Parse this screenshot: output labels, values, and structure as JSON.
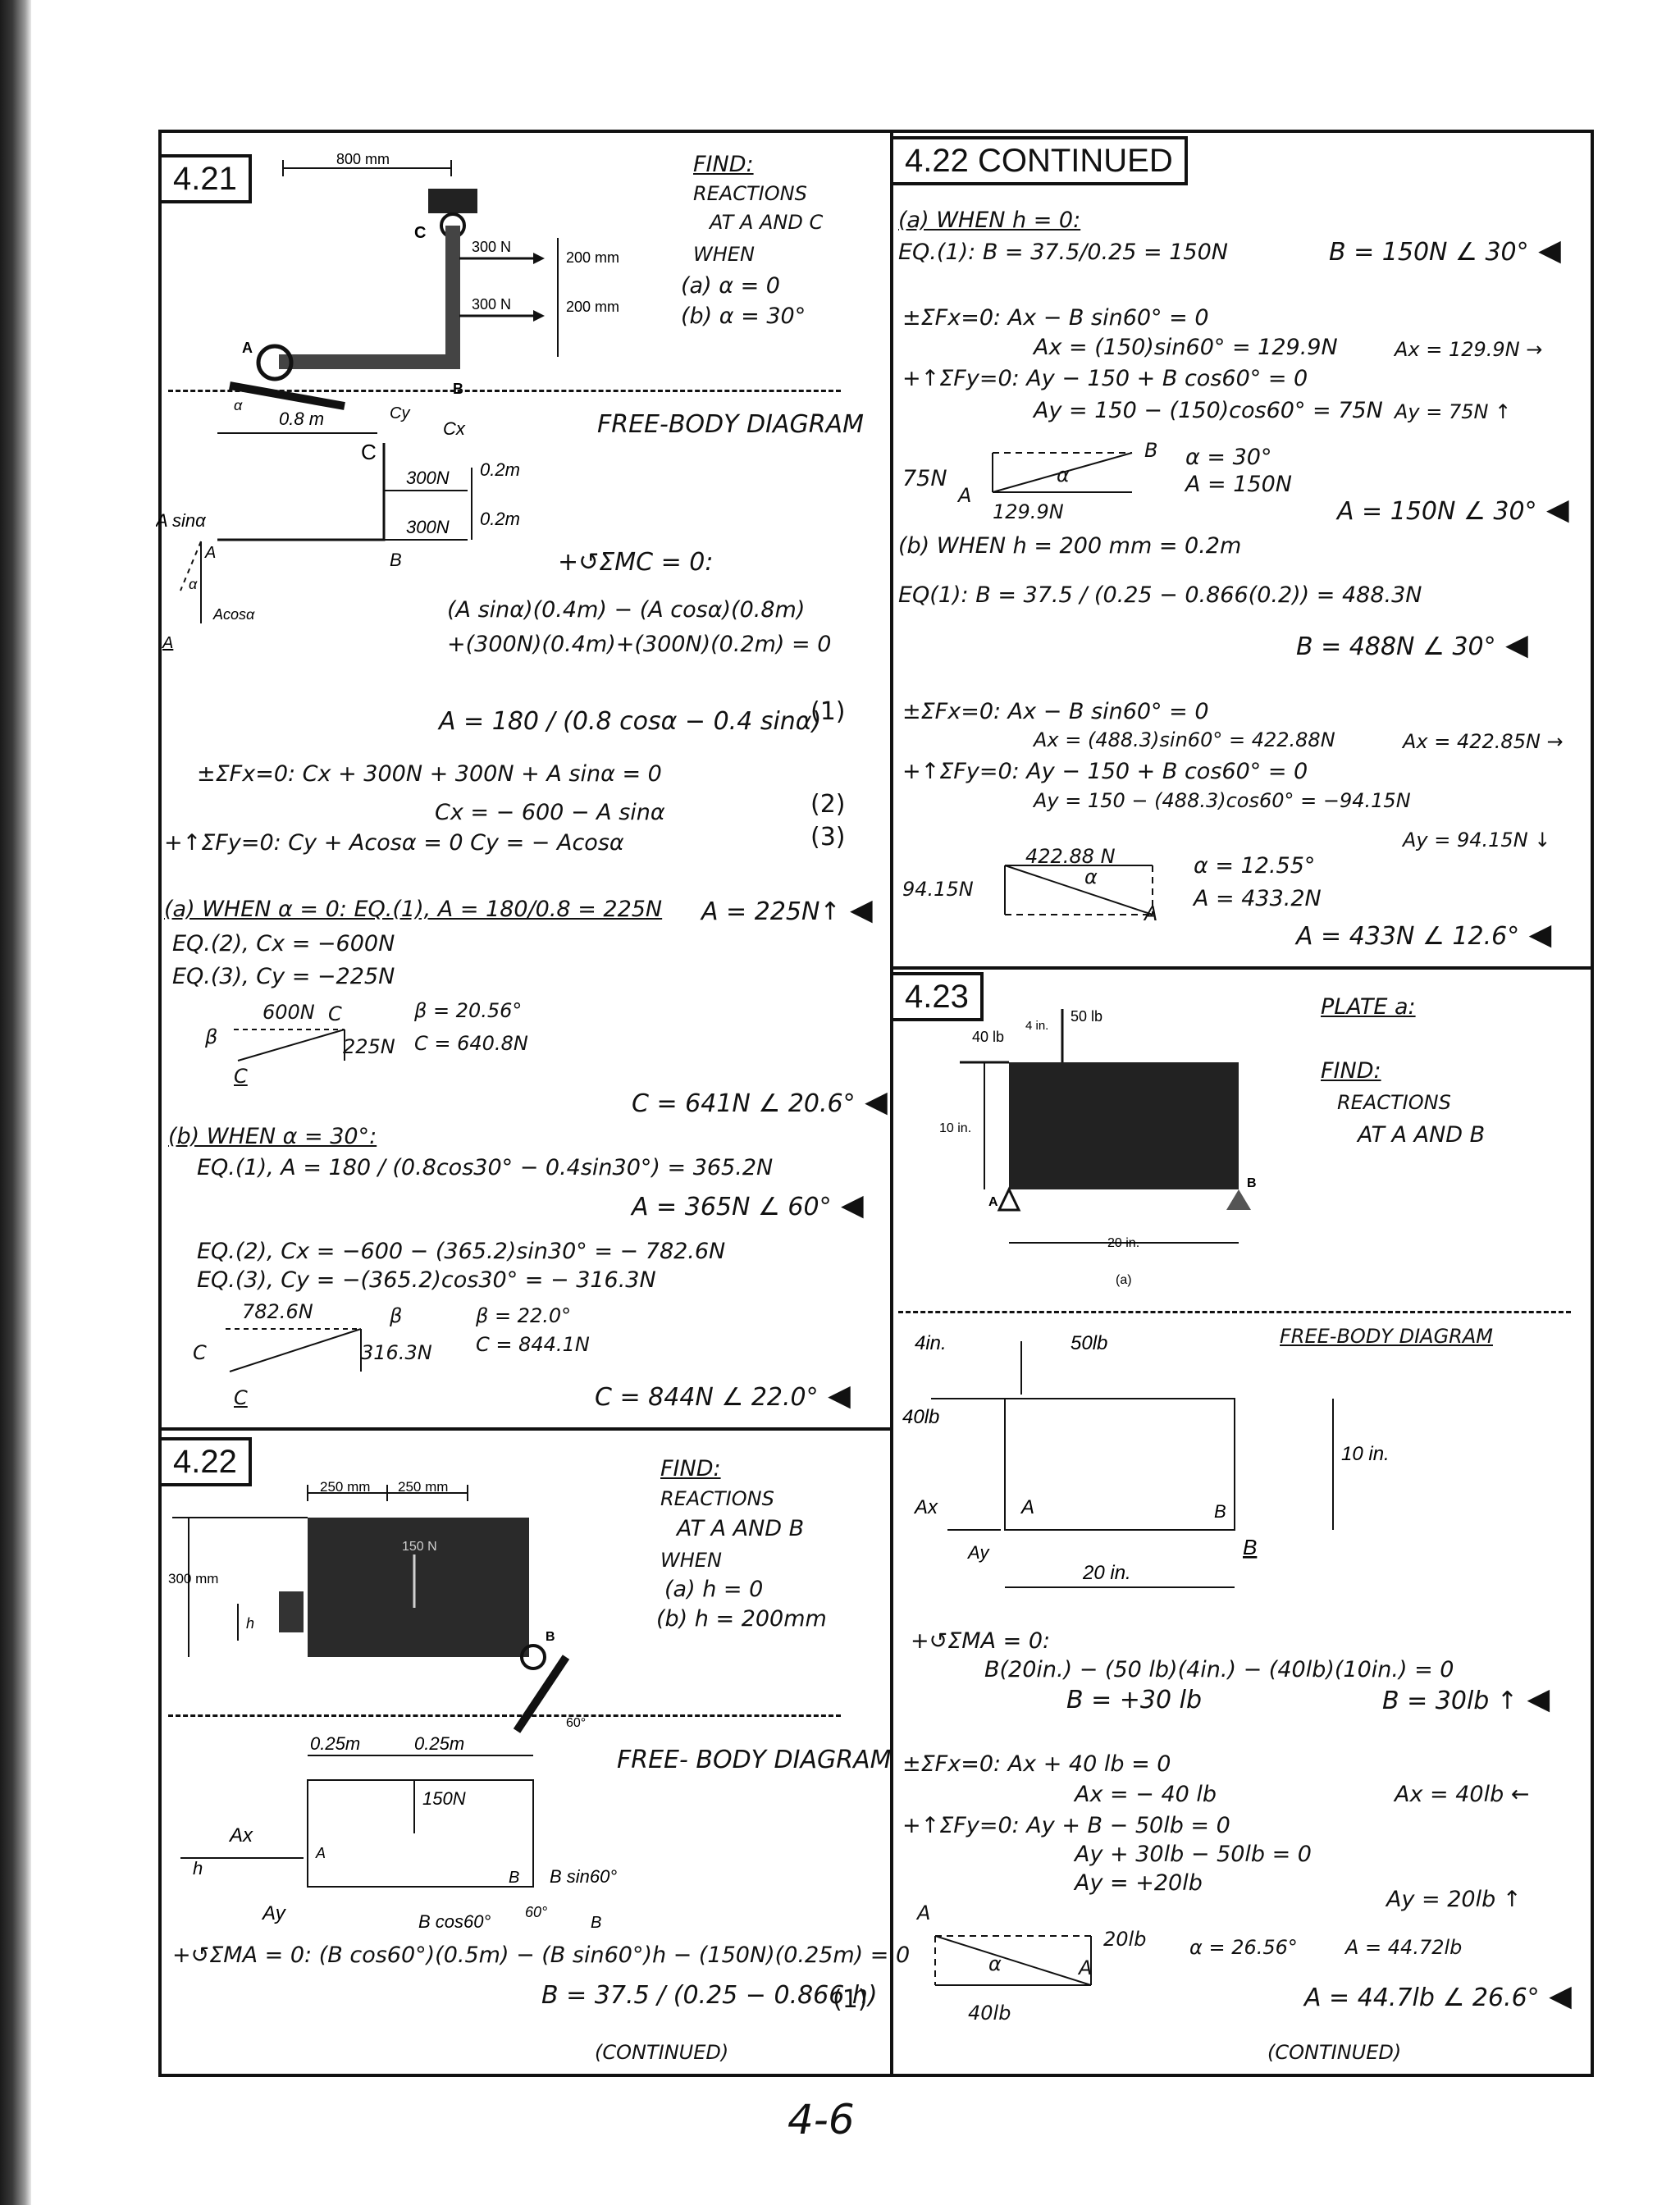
{
  "tags": {
    "p421": "4.21",
    "p422c": "4.22  CONTINUED",
    "p422": "4.22",
    "p423": "4.23"
  },
  "p421": {
    "find": [
      "FIND:",
      "REACTIONS",
      "AT A AND C",
      "WHEN",
      "(a) α = 0",
      "(b) α = 30°"
    ],
    "fig": {
      "dim_top": "800 mm",
      "f1": "300 N",
      "f2": "300 N",
      "d1": "200 mm",
      "d2": "200 mm",
      "A": "A",
      "B": "B",
      "C": "C",
      "alpha": "α"
    },
    "fbd_title": "FREE-BODY DIAGRAM",
    "fbd": {
      "len": "0.8 m",
      "c": "C",
      "cy": "Cy",
      "cx": "Cx",
      "f1": "300N",
      "f2": "300N",
      "d1": "0.2m",
      "d2": "0.2m",
      "asin": "A sinα",
      "acos": "Acosα",
      "b": "B",
      "a": "A",
      "alpha": "α",
      "abar": "A"
    },
    "lines": [
      "+↺ΣMC = 0:",
      "(A sinα)(0.4m) − (A cosα)(0.8m)",
      "+(300N)(0.4m)+(300N)(0.2m) = 0",
      "A = 180 / (0.8 cosα − 0.4 sinα)",
      "(1)",
      "±ΣFx=0:  Cx + 300N + 300N + A sinα = 0",
      "Cx = − 600 − A sinα",
      "(2)",
      "+↑ΣFy=0:  Cy + Acosα = 0       Cy = − Acosα",
      "(3)",
      "(a) WHEN α = 0:  EQ.(1),  A = 180/0.8 = 225N",
      "A = 225N↑",
      "EQ.(2),  Cx = −600N",
      "EQ.(3),  Cy = −225N",
      "β = 20.56°",
      "C = 640.8N",
      "600N",
      "225N",
      "C = 641N ∠ 20.6°",
      "(b) WHEN α = 30°:",
      "EQ.(1),   A = 180 / (0.8cos30° − 0.4sin30°) = 365.2N",
      "A = 365N ∠ 60°",
      "EQ.(2),  Cx = −600 − (365.2)sin30° = − 782.6N",
      "EQ.(3),  Cy = −(365.2)cos30° = − 316.3N",
      "782.6N",
      "316.3N",
      "β = 22.0°",
      "C = 844.1N",
      "C = 844N ∠ 22.0°",
      "β",
      "C",
      "β",
      "C",
      "C",
      "C"
    ]
  },
  "p422c": {
    "lines": [
      "(a) WHEN  h = 0:",
      "EQ.(1):  B = 37.5/0.25 = 150N",
      "B = 150N ∠ 30°",
      "±ΣFx=0:  Ax − B sin60° = 0",
      "Ax = (150)sin60° = 129.9N",
      "Ax = 129.9N →",
      "+↑ΣFy=0:  Ay − 150 + B cos60° = 0",
      "Ay = 150 − (150)cos60° = 75N",
      "Ay = 75N ↑",
      "75N",
      "129.9N",
      "α = 30°",
      "A = 150N",
      "A = 150N ∠ 30°",
      "(b) WHEN  h = 200 mm = 0.2m",
      "EQ(1):   B = 37.5 / (0.25 − 0.866(0.2)) = 488.3N",
      "B = 488N ∠ 30°",
      "±ΣFx=0:  Ax − B sin60° = 0",
      "Ax = (488.3)sin60° = 422.88N",
      "Ax = 422.85N →",
      "+↑ΣFy=0:  Ay − 150 + B cos60° = 0",
      "Ay = 150 − (488.3)cos60° = −94.15N",
      "Ay = 94.15N ↓",
      "422.88 N",
      "94.15N",
      "α = 12.55°",
      "A = 433.2N",
      "A = 433N ∠ 12.6°",
      "B",
      "A",
      "α",
      "A",
      "α"
    ]
  },
  "p422": {
    "find": [
      "FIND:",
      "REACTIONS",
      "AT A AND B",
      "WHEN",
      "(a) h = 0",
      "(b) h = 200mm"
    ],
    "fig": {
      "d1": "250 mm",
      "d2": "250 mm",
      "h": "300 mm",
      "hh": "h",
      "b": "B",
      "ang": "60°",
      "load": "150 N"
    },
    "fbd_title": "FREE- BODY DIAGRAM",
    "fbd": {
      "d1": "0.25m",
      "d2": "0.25m",
      "load": "150N",
      "ax": "Ax",
      "ay": "Ay",
      "a": "A",
      "b": "B",
      "h": "h",
      "bsin": "B sin60°",
      "bcos": "B cos60°",
      "ang": "60°",
      "b2": "B"
    },
    "lines": [
      "+↺ΣMA = 0:  (B cos60°)(0.5m) − (B sin60°)h − (150N)(0.25m) = 0",
      "B = 37.5 / (0.25 − 0.866 h)",
      "(1)",
      "(CONTINUED)"
    ]
  },
  "p423": {
    "plate": "PLATE a:",
    "find": [
      "FIND:",
      "REACTIONS",
      "AT A AND B"
    ],
    "fig": {
      "f1": "50 lb",
      "f2": "40 lb",
      "d1": "4 in.",
      "d2": "10 in.",
      "d3": "20 in.",
      "a": "A",
      "b": "B",
      "cap": "(a)"
    },
    "fbd_title": "FREE-BODY DIAGRAM",
    "fbd": {
      "d1": "4in.",
      "f1": "50lb",
      "f2": "40lb",
      "d2": "10 in.",
      "d3": "20 in.",
      "ax": "Ax",
      "ay": "Ay",
      "a": "A",
      "b": "B",
      "b2": "B"
    },
    "lines": [
      "+↺ΣMA = 0:",
      "B(20in.) − (50 lb)(4in.) − (40lb)(10in.) = 0",
      "B = +30 lb",
      "B = 30lb ↑",
      "±ΣFx=0:  Ax + 40 lb = 0",
      "Ax = − 40 lb",
      "Ax = 40lb ←",
      "+↑ΣFy=0:  Ay + B − 50lb = 0",
      "Ay + 30lb − 50lb = 0",
      "Ay = +20lb",
      "Ay = 20lb ↑",
      "20lb",
      "α = 26.56°",
      "A = 44.72lb",
      "40lb",
      "A = 44.7lb ∠ 26.6°",
      "(CONTINUED)",
      "A",
      "A",
      "α"
    ]
  },
  "page_number": "4-6"
}
